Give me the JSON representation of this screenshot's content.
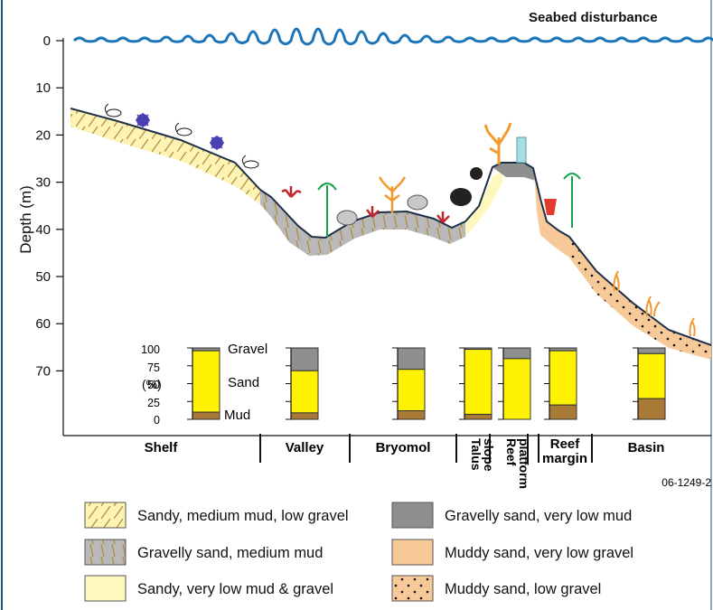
{
  "title": "Seabed disturbance",
  "ylabel": "Depth (m)",
  "y_ticks": [
    "0",
    "10",
    "20",
    "30",
    "40",
    "50",
    "60",
    "70"
  ],
  "zones": [
    "Shelf",
    "Valley",
    "Bryomol",
    "Talus slope",
    "Reef platform",
    "Reef margin",
    "Basin"
  ],
  "zone_lines": {
    "talus": [
      "Talus",
      "slope"
    ],
    "platform": [
      "Reef",
      "platform"
    ],
    "margin": [
      "Reef",
      "margin"
    ]
  },
  "composition_axis": {
    "ticks": [
      "100",
      "75",
      "50",
      "25",
      "0"
    ],
    "unit": "(%)",
    "labels": [
      "Gravel",
      "Sand",
      "Mud"
    ]
  },
  "figure_id": "06-1249-2",
  "grain_composition": [
    {
      "zone": "Shelf",
      "gravel": 4,
      "sand": 86,
      "mud": 10
    },
    {
      "zone": "Valley",
      "gravel": 32,
      "sand": 59,
      "mud": 9
    },
    {
      "zone": "Bryomol",
      "gravel": 30,
      "sand": 58,
      "mud": 12
    },
    {
      "zone": "Talus slope",
      "gravel": 2,
      "sand": 91,
      "mud": 7
    },
    {
      "zone": "Reef platform",
      "gravel": 15,
      "sand": 85,
      "mud": 0
    },
    {
      "zone": "Reef margin",
      "gravel": 4,
      "sand": 76,
      "mud": 20
    },
    {
      "zone": "Basin",
      "gravel": 8,
      "sand": 63,
      "mud": 29
    }
  ],
  "legend": [
    {
      "label": "Sandy, medium mud, low gravel",
      "pattern": "diag",
      "fill": "#fdf3b4",
      "stroke": "#b08a3a"
    },
    {
      "label": "Gravelly sand, medium mud",
      "pattern": "stripe",
      "fill": "#b9b9b9",
      "stroke": "#b08a3a"
    },
    {
      "label": "Sandy, very low mud & gravel",
      "pattern": "plain",
      "fill": "#fef8bf",
      "stroke": "#555"
    },
    {
      "label": "Gravelly sand, very low mud",
      "pattern": "plain",
      "fill": "#8f8f8f",
      "stroke": "#555"
    },
    {
      "label": "Muddy sand, very low gravel",
      "pattern": "plain",
      "fill": "#f7c998",
      "stroke": "#555"
    },
    {
      "label": "Muddy sand, low gravel",
      "pattern": "dots",
      "fill": "#f7c998",
      "stroke": "#555"
    }
  ],
  "colors": {
    "wave": "#1b75b9",
    "gravel": "#8f8f8f",
    "sand": "#fff200",
    "mud": "#a97936",
    "profile": "#1f2f4a",
    "border": "#1a5276"
  }
}
